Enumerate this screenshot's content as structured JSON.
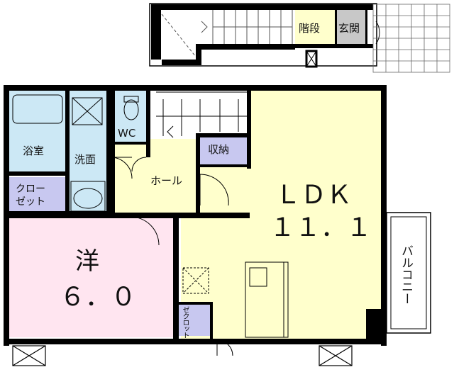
{
  "rooms": {
    "stairs": "階段",
    "entrance": "玄関",
    "bath": "浴室",
    "washroom": "洗面",
    "wc": "WC",
    "storage": "収納",
    "hall": "ホール",
    "closet": "クロー\nゼット",
    "ldk_name": "ＬＤＫ",
    "ldk_size": "１１．１",
    "western_name": "洋",
    "western_size": "６．０",
    "small_closet": "ゼクロット",
    "balcony": "バルコニー"
  },
  "colors": {
    "wall": "#000000",
    "ldk_fill": "#ffffcc",
    "western_fill": "#ffe5f0",
    "wet_fill": "#cce8f5",
    "storage_fill": "#c8c8f0",
    "entrance_fill": "#c8c8c8"
  }
}
